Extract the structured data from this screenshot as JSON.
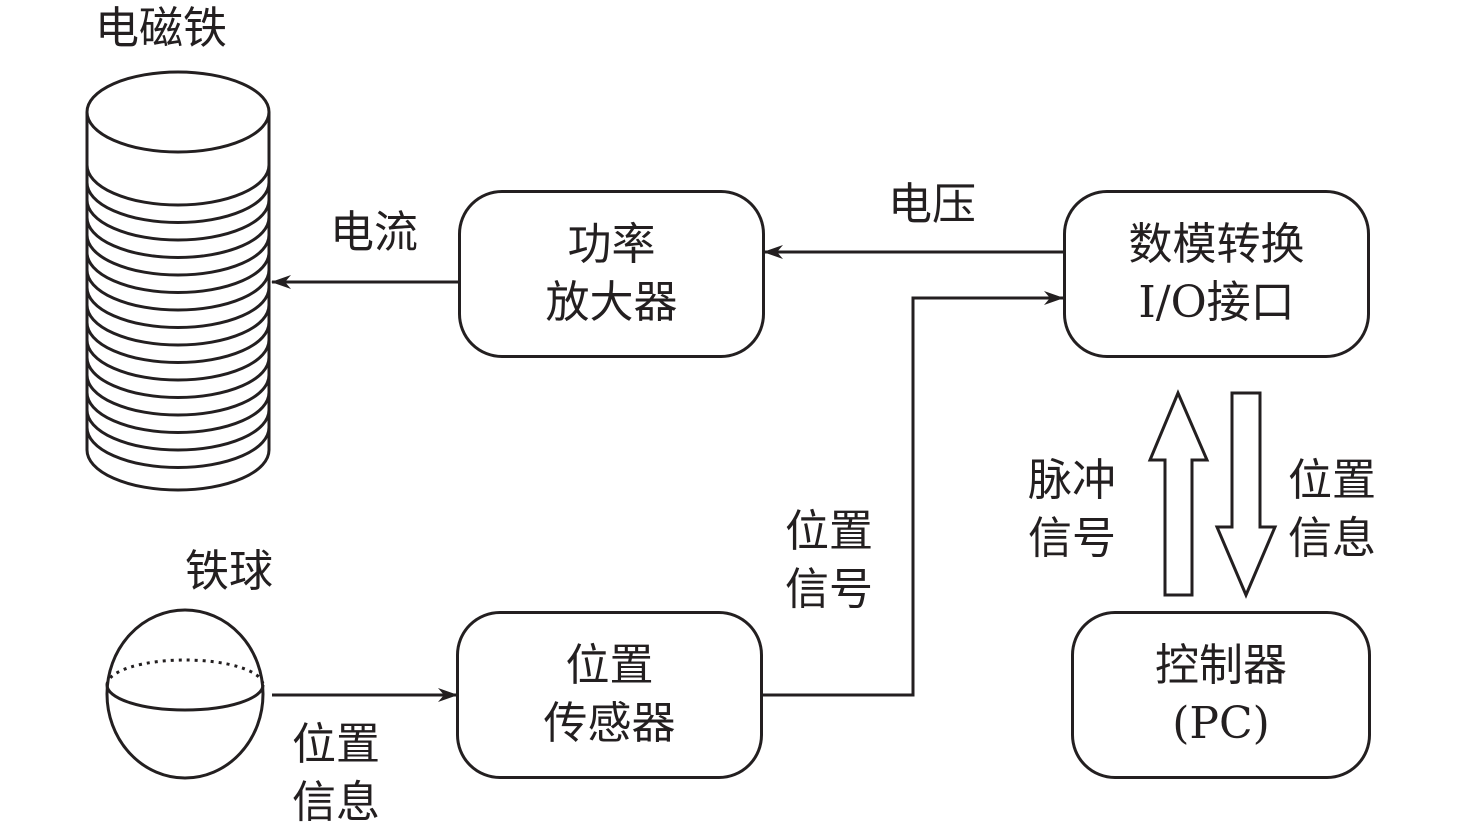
{
  "colors": {
    "stroke": "#231f20",
    "background": "#ffffff"
  },
  "components": {
    "electromagnet": {
      "label": "电磁铁"
    },
    "iron_ball": {
      "label": "铁球"
    },
    "power_amplifier": {
      "lines": [
        "功率",
        "放大器"
      ]
    },
    "dac_io": {
      "lines": [
        "数模转换",
        "I/O接口"
      ]
    },
    "position_sensor": {
      "lines": [
        "位置",
        "传感器"
      ]
    },
    "controller": {
      "lines": [
        "控制器",
        "(PC)"
      ]
    }
  },
  "edges": {
    "current": {
      "label": "电流"
    },
    "voltage": {
      "label": "电压"
    },
    "position_signal": {
      "lines": [
        "位置",
        "信号"
      ]
    },
    "ball_position_info": {
      "lines": [
        "位置",
        "信息"
      ]
    },
    "pulse_signal": {
      "lines": [
        "脉冲",
        "信号"
      ]
    },
    "pc_position_info": {
      "lines": [
        "位置",
        "信息"
      ]
    }
  }
}
